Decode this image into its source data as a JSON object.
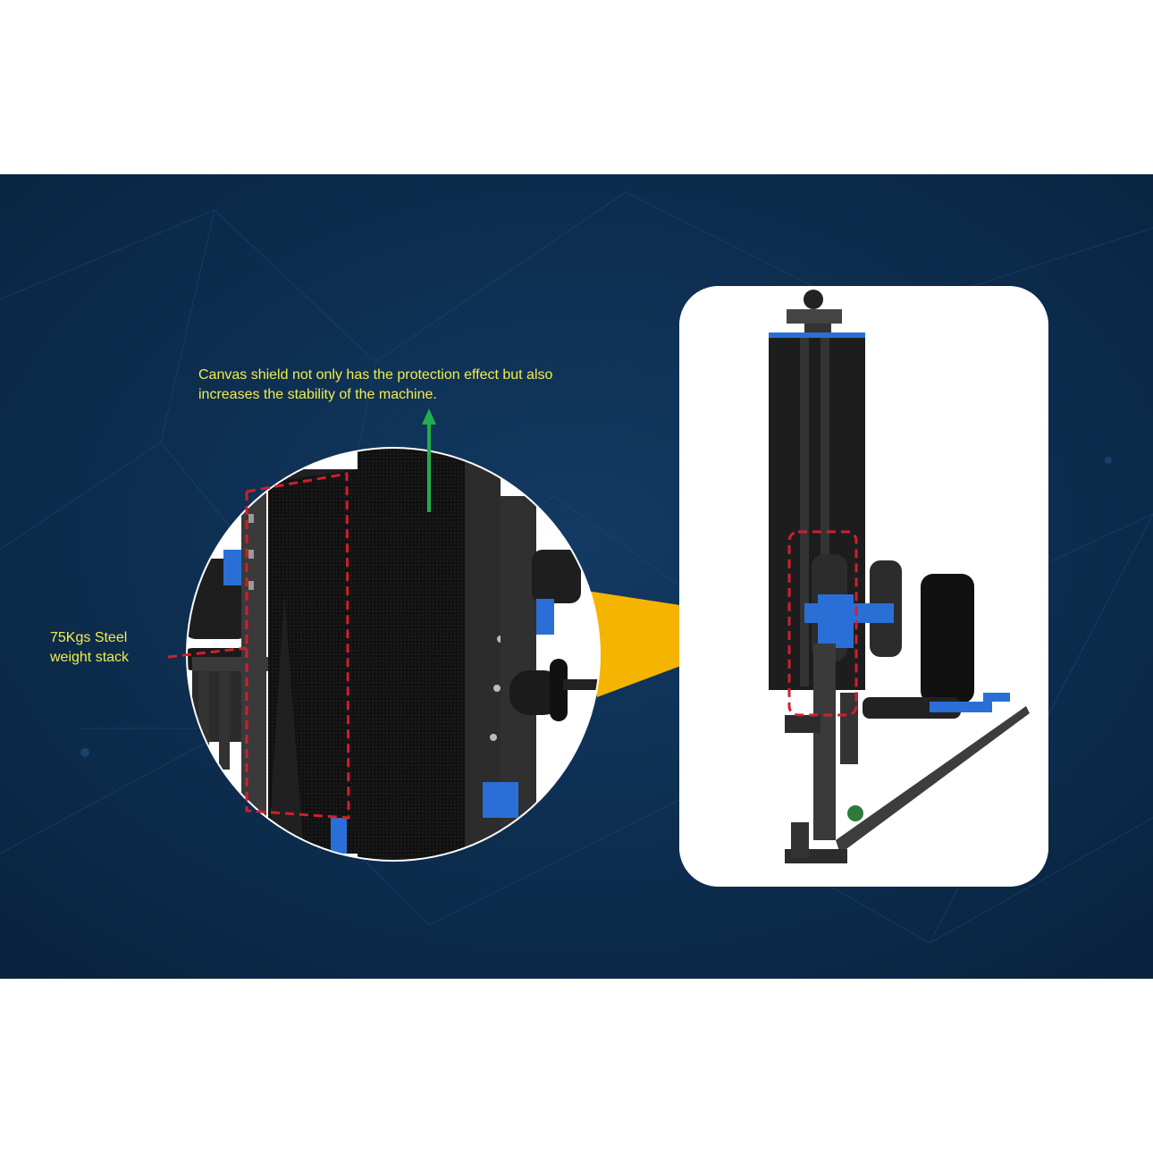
{
  "annotations": {
    "canvas_shield": {
      "line1": "Canvas shield not only has the protection effect but also",
      "line2": "increases the stability of the machine."
    },
    "weight_stack": {
      "line1": "75Kgs  Steel",
      "line2": "weight stack"
    }
  },
  "colors": {
    "background": "#0c2a4a",
    "annotation_text": "#f1ee4a",
    "callout_wedge": "#f5b400",
    "arrow": "#1fae4b",
    "highlight_dashes": "#d0202c",
    "frame_blue": "#2a6fd6"
  }
}
